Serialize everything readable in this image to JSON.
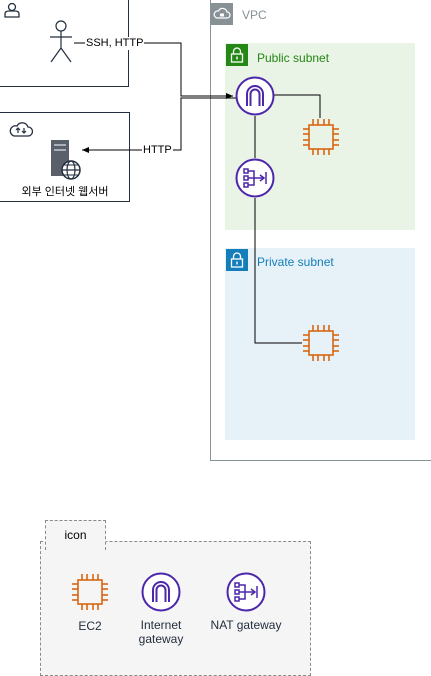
{
  "client": {
    "edge_label": "SSH, HTTP"
  },
  "server": {
    "label": "외부 인터넷 웹서버",
    "edge_label": "HTTP"
  },
  "vpc": {
    "label": "VPC"
  },
  "public_subnet": {
    "label": "Public subnet",
    "color": "#248814",
    "fill": "#E9F3E6"
  },
  "private_subnet": {
    "label": "Private subnet",
    "color": "#147EBA",
    "fill": "#E6F2F8"
  },
  "legend": {
    "tab_label": "icon",
    "items": [
      {
        "label": "EC2",
        "icon": "ec2-instance-icon"
      },
      {
        "label": "Internet\ngateway",
        "icon": "internet-gateway-icon"
      },
      {
        "label": "NAT gateway",
        "icon": "nat-gateway-icon"
      }
    ]
  },
  "colors": {
    "ec2": "#D86613",
    "gateway": "#4D27AA",
    "vpc_border": "#879196"
  }
}
